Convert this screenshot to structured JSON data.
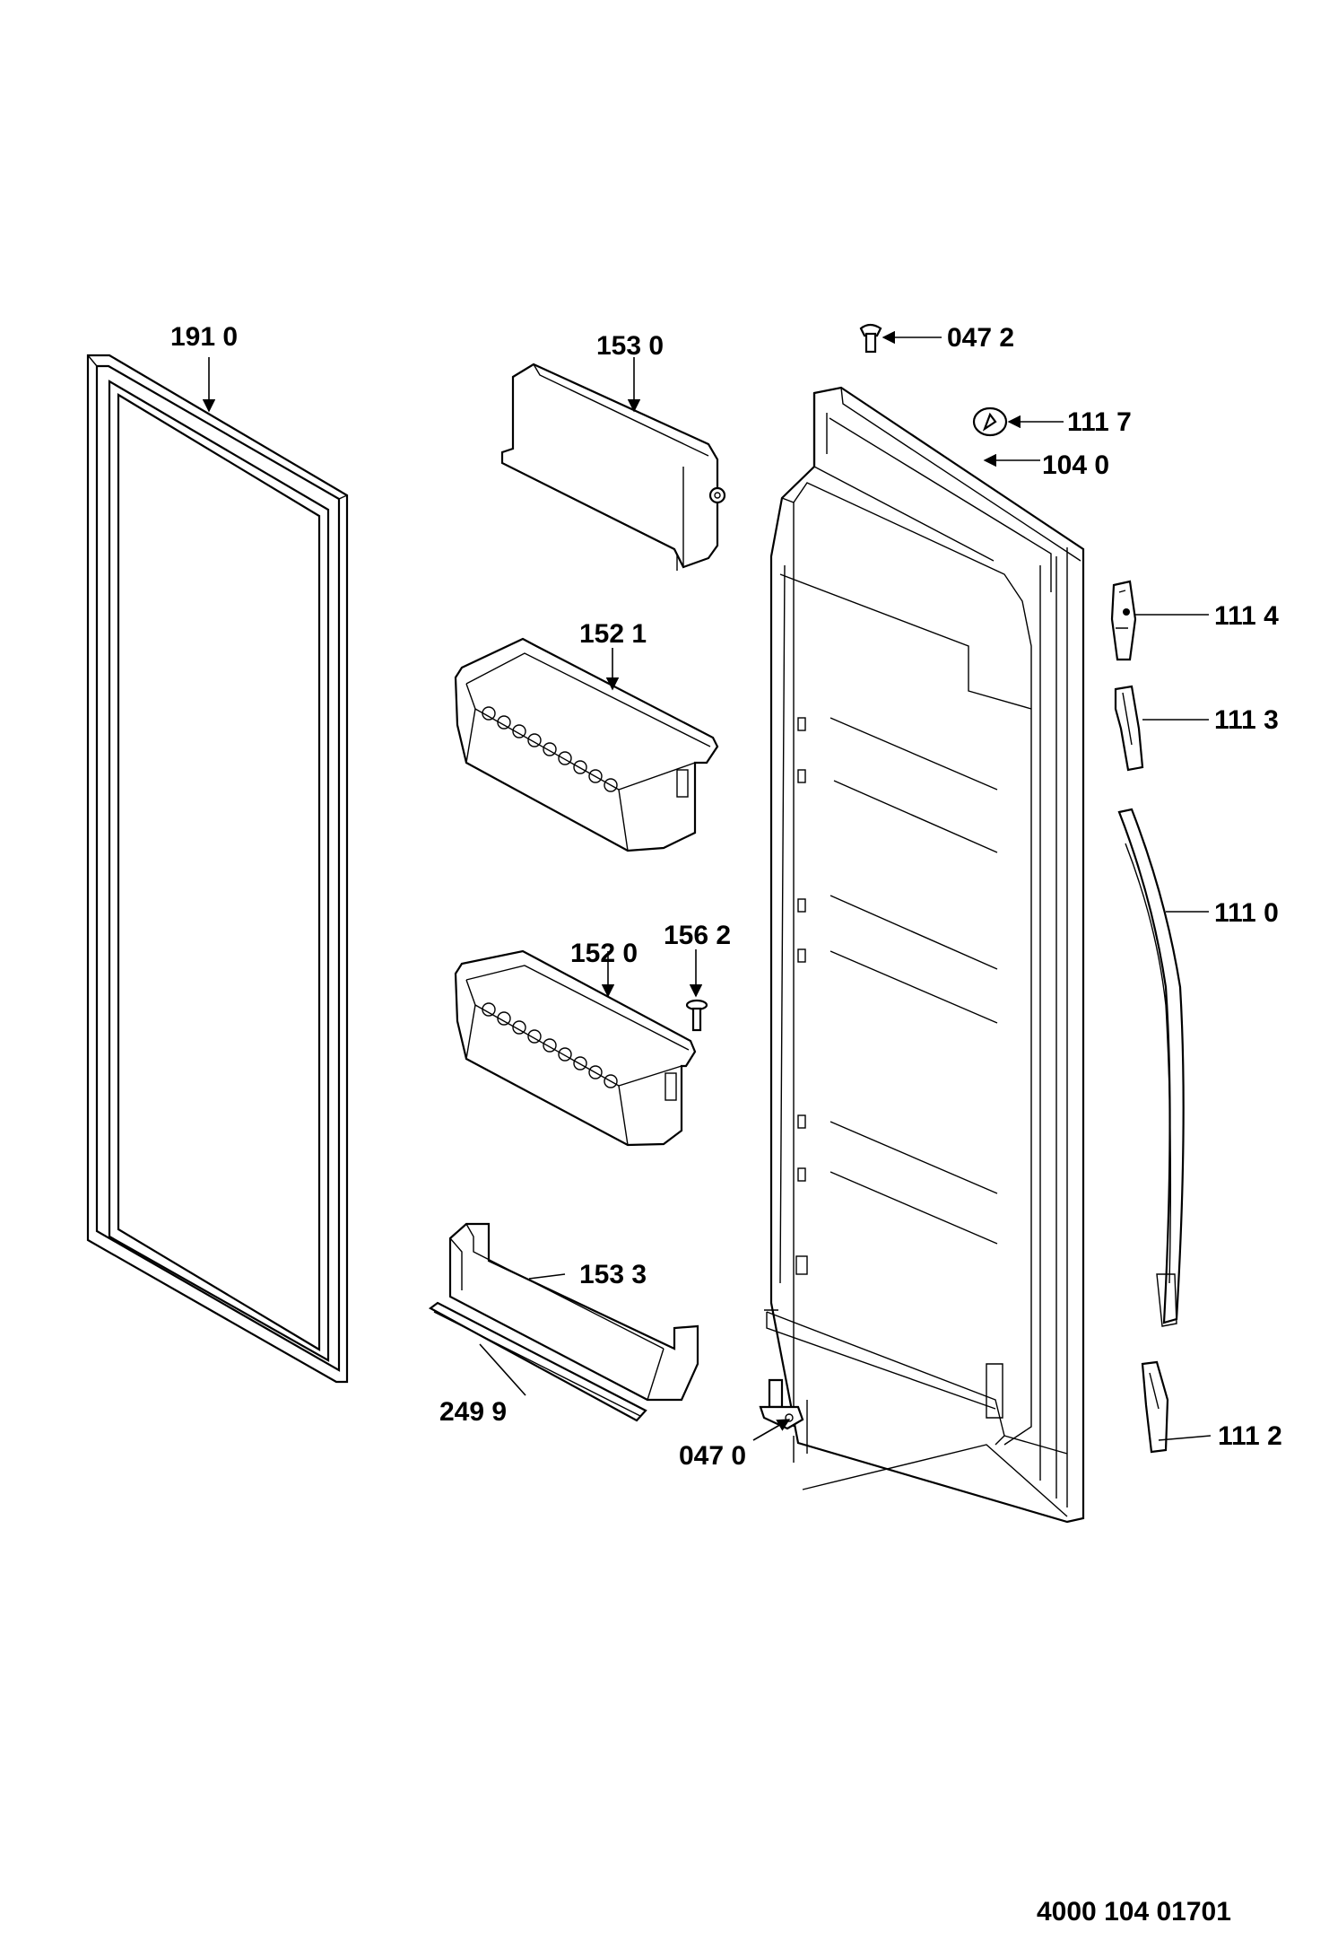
{
  "diagram": {
    "document_code": "4000 104 01701",
    "parts": [
      {
        "id": "p1910",
        "label": "191 0"
      },
      {
        "id": "p1530",
        "label": "153 0"
      },
      {
        "id": "p0472",
        "label": "047 2"
      },
      {
        "id": "p1117",
        "label": "111 7"
      },
      {
        "id": "p1040",
        "label": "104 0"
      },
      {
        "id": "p1521",
        "label": "152 1"
      },
      {
        "id": "p1114",
        "label": "111 4"
      },
      {
        "id": "p1113",
        "label": "111 3"
      },
      {
        "id": "p1110",
        "label": "111 0"
      },
      {
        "id": "p1562",
        "label": "156 2"
      },
      {
        "id": "p1520",
        "label": "152 0"
      },
      {
        "id": "p1533",
        "label": "153 3"
      },
      {
        "id": "p2499",
        "label": "249 9"
      },
      {
        "id": "p0470",
        "label": "047 0"
      },
      {
        "id": "p1112",
        "label": "111 2"
      }
    ]
  }
}
